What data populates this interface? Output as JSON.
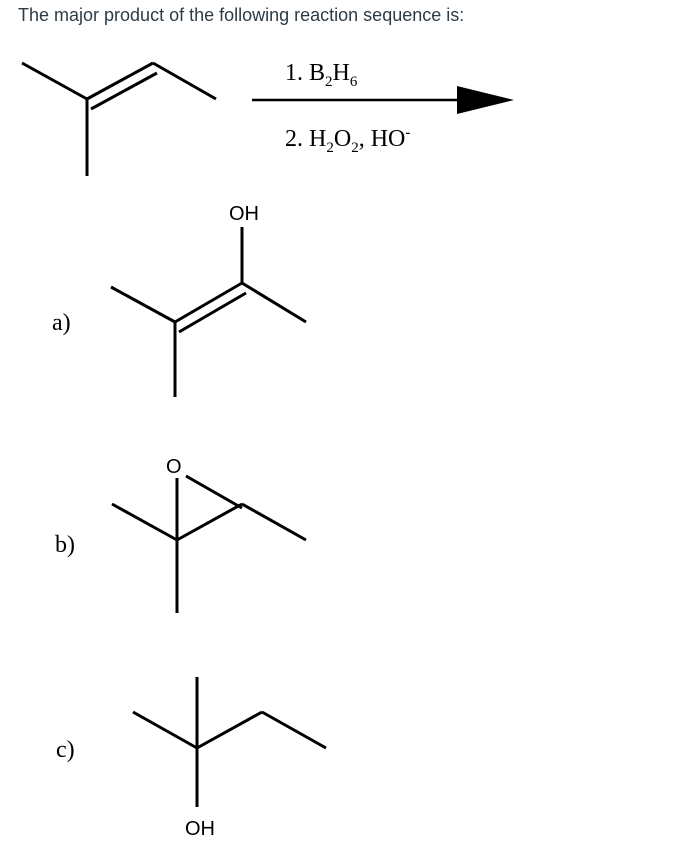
{
  "question": {
    "text": "The major product of the following reaction sequence is:"
  },
  "reaction": {
    "step1": {
      "num": "1. ",
      "b": "B",
      "b_sub": "2",
      "h": "H",
      "h_sub": "6"
    },
    "step2": {
      "num": "2. ",
      "h": "H",
      "h_sub": "2",
      "o": "O",
      "o_sub": "2",
      "comma": ", ",
      "ho": "HO",
      "ho_sup": "-"
    }
  },
  "options": [
    {
      "letter": "a)",
      "atom_label": "OH"
    },
    {
      "letter": "b)",
      "atom_label": "O"
    },
    {
      "letter": "c)",
      "atom_label": "OH"
    }
  ]
}
